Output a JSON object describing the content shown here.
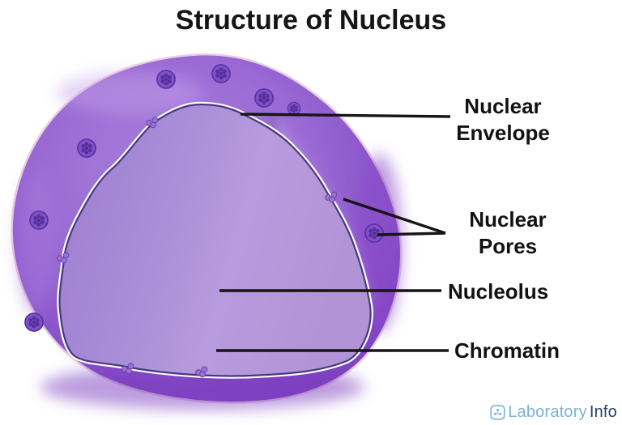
{
  "title": "Structure of Nucleus",
  "diagram": {
    "subject": "nucleus-cutaway-illustration",
    "labels": {
      "nuclear_envelope": {
        "line1": "Nuclear",
        "line2": "Envelope"
      },
      "nuclear_pores": {
        "line1": "Nuclear",
        "line2": "Pores"
      },
      "nucleolus": {
        "line1": "Nucleolus"
      },
      "chromatin": {
        "line1": "Chromatin"
      }
    },
    "colors": {
      "membrane_purple": "#8f5ccd",
      "rim_dark_purple": "#7b3fc0",
      "interior_lavender": "#b093d8",
      "chromatin_floor": "#cdb4dc",
      "nucleolus_gray": "#837a9f",
      "envelope_line_white": "#ffffff",
      "envelope_line_core": "#453a80",
      "leader_line": "#151515",
      "label_text": "#121212"
    }
  },
  "branding": {
    "icon": "lab-flask-icon",
    "name_primary": "Laboratory",
    "name_secondary": "Info",
    "primary_color": "#79b2d8",
    "secondary_color": "#2d4164"
  }
}
